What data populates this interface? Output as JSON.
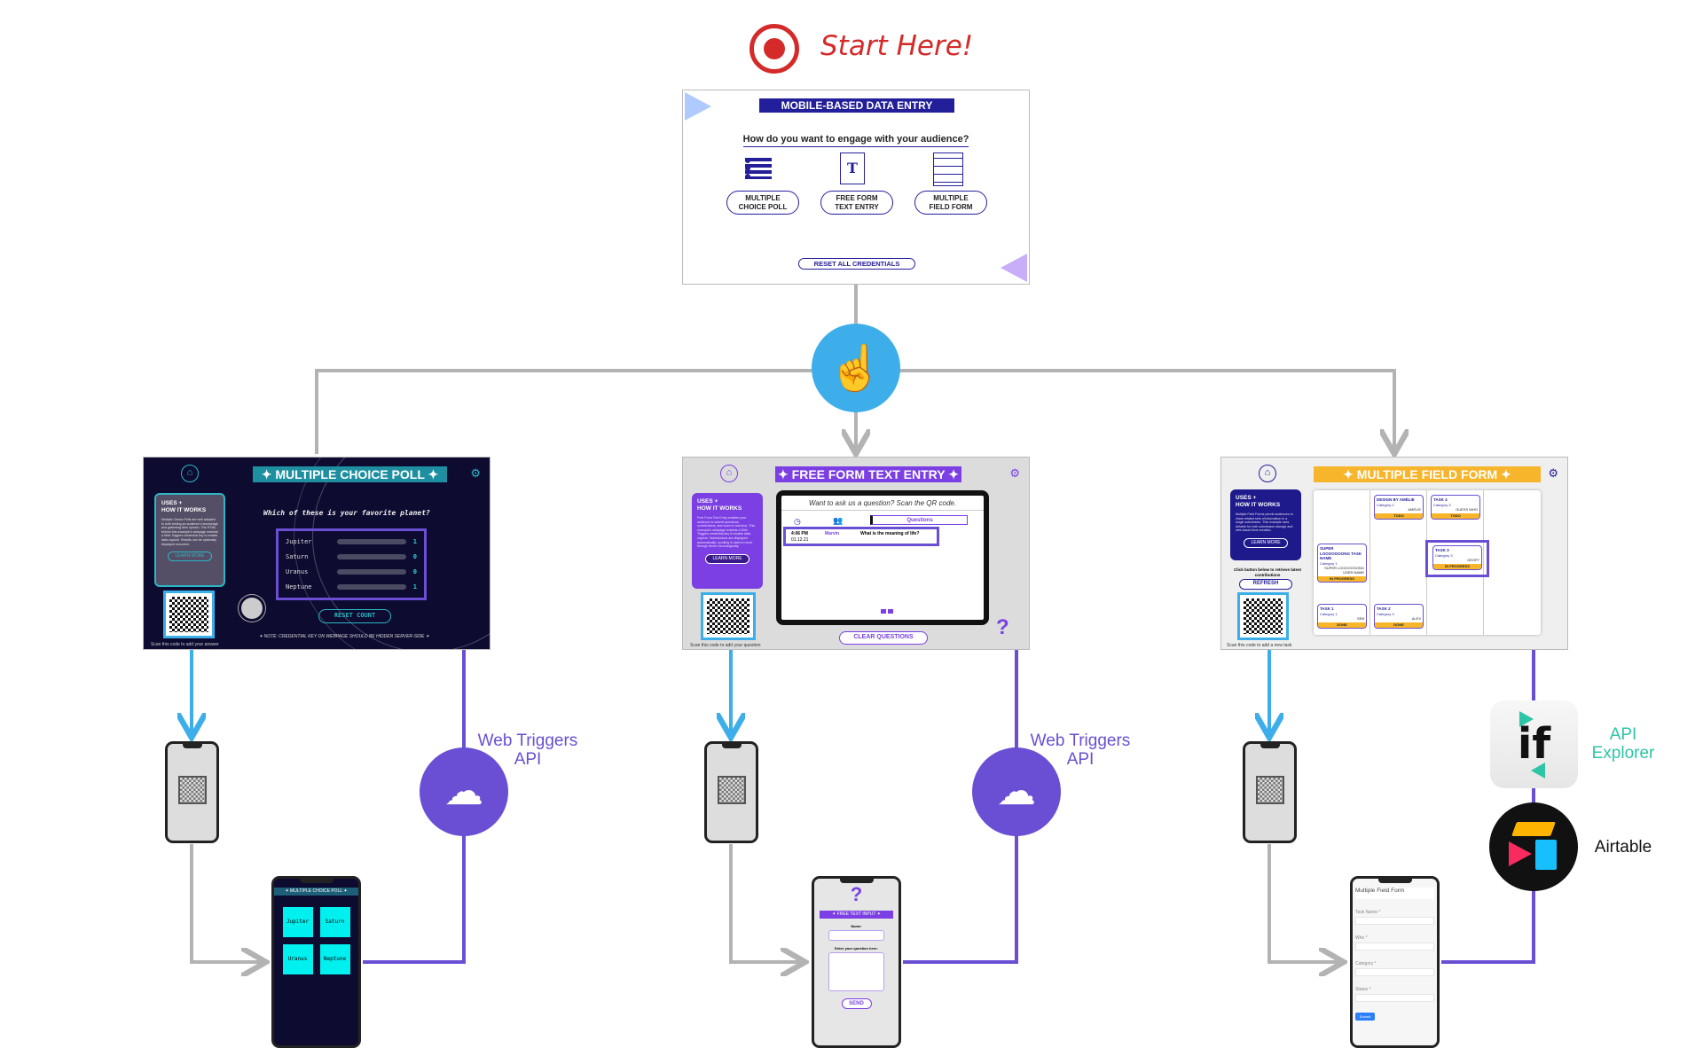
{
  "start": {
    "label": "Start Here!",
    "icon": "record-icon",
    "color": "#d42a2a"
  },
  "menu": {
    "title": "MOBILE-BASED DATA ENTRY",
    "question": "How do you want to engage with your audience?",
    "options": [
      {
        "line1": "MULTIPLE",
        "line2": "CHOICE POLL",
        "icon": "list-icon"
      },
      {
        "line1": "FREE FORM",
        "line2": "TEXT ENTRY",
        "icon": "text-document-icon"
      },
      {
        "line1": "MULTIPLE",
        "line2": "FIELD FORM",
        "icon": "form-icon"
      }
    ],
    "reset": "RESET ALL CREDENTIALS"
  },
  "tap_icon": "touch-hand-icon",
  "colors": {
    "blue": "#3daee9",
    "purple": "#6a4fd4",
    "gray": "#b3b3b3",
    "teal": "#2ec4a6"
  },
  "poll": {
    "title": "✦  MULTIPLE CHOICE POLL  ✦",
    "uses_title": "USES +\nHOW IT WORKS",
    "uses_text": "Multiple Choice Polls are well adapted to both testing an audience's knowledge and gathering their opinion. The HTML behind this example's webpage embeds a Web Triggers credential key to enable data capture. Results can be optionally displayed onscreen.",
    "learn_more": "LEARN MORE",
    "question": "Which of these is your favorite planet?",
    "results": [
      {
        "name": "Jupiter",
        "count": 1
      },
      {
        "name": "Saturn",
        "count": 0
      },
      {
        "name": "Uranus",
        "count": 0
      },
      {
        "name": "Neptune",
        "count": 1
      }
    ],
    "reset": "RESET COUNT",
    "note": "✦ NOTE: CREDENTIAL KEY ON WEBPAGE SHOULD BE HIDDEN SERVER-SIDE ✦",
    "caption": "Scan this code to add your answer",
    "mobile_title": "✦ MULTIPLE CHOICE POLL ✦",
    "mobile_options": [
      "Jupiter",
      "Saturn",
      "Uranus",
      "Neptune"
    ]
  },
  "freeform": {
    "title": "✦ FREE FORM TEXT ENTRY ✦",
    "uses_title": "USES +\nHOW IT WORKS",
    "uses_text": "Free Form Text Entry enables your audience to submit questions, contributions, and more in real-time. This example's webpage embeds a Web Triggers credential key to enable data capture. Submissions are displayed automatically; scrolling is used to move through items chronologically.",
    "learn_more": "LEARN MORE",
    "prompt": "Want to ask us a question? Scan the QR code.",
    "tab": "Questions",
    "entry": {
      "time": "4:06 PM",
      "date": "01.12.21",
      "name": "Marvin",
      "question": "What is the meaning of life?"
    },
    "clear": "CLEAR QUESTIONS",
    "caption": "Scan this code to add your question",
    "mobile_title": "✦ FREE TEXT INPUT ✦",
    "mobile_name_label": "Name:",
    "mobile_question_label": "Enter your question here:",
    "mobile_send": "SEND"
  },
  "fieldform": {
    "title": "✦ MULTIPLE FIELD FORM ✦",
    "uses_title": "USES +\nHOW IT WORKS",
    "uses_text": "Multiple Field Forms permit audiences to share related sets of information in a single submission. This example uses Airtable for both submission storage and web-based form creation.",
    "learn_more": "LEARN MORE",
    "refresh_hint": "Click button below to retrieve latest contributions",
    "refresh": "REFRESH",
    "caption": "Scan this code to add a new task",
    "tasks": [
      {
        "title": "SUPER LOOOOOOONG TASK NAME",
        "category": "Category 1",
        "who": "SUPER LOOOOOOONG USER NAME",
        "status": "IN PROGRESS"
      },
      {
        "title": "TASK 1",
        "category": "Category 1",
        "who": "SEB",
        "status": "DONE"
      },
      {
        "title": "DESIGN BY AMÉLIE",
        "category": "Category 2",
        "who": "AMÉLIE",
        "status": "TODO"
      },
      {
        "title": "TASK 2",
        "category": "Category 3",
        "who": "ALEX",
        "status": "DONE"
      },
      {
        "title": "TASK 4",
        "category": "Category 3",
        "who": "GUESS WHO",
        "status": "TODO"
      },
      {
        "title": "TASK 3",
        "category": "Category 3",
        "who": "GEOFF",
        "status": "IN PROGRESS"
      }
    ],
    "mobile_title": "Multiple Field Form",
    "mobile_fields": [
      "Task Name *",
      "Who *",
      "Category *",
      "Status *"
    ],
    "mobile_submit": "Submit"
  },
  "web_triggers": {
    "label": "Web Triggers\nAPI",
    "icon": "cloud-lightning-icon"
  },
  "api_explorer": {
    "label": "API\nExplorer",
    "logo_text": "if"
  },
  "airtable": {
    "label": "Airtable"
  }
}
